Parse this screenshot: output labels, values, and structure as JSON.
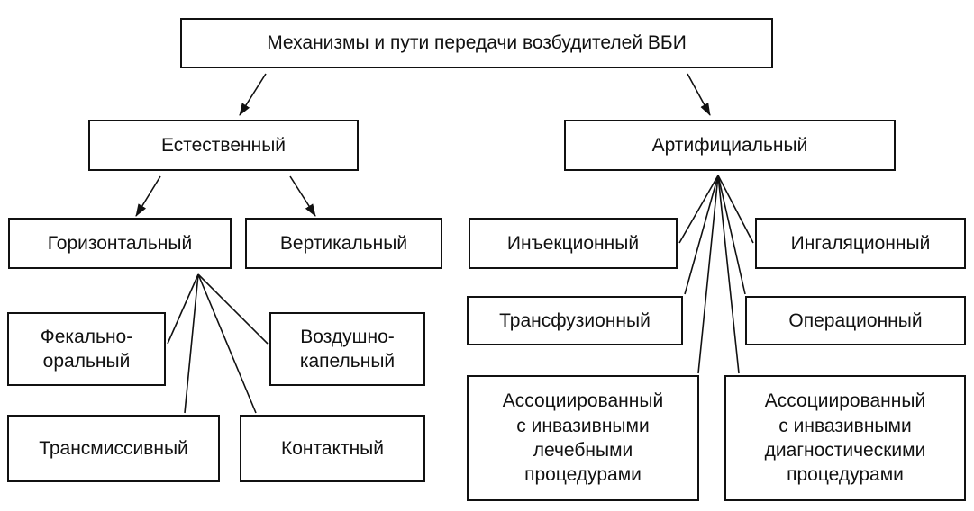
{
  "diagram": {
    "root": "Механизмы и пути передачи возбудителей ВБИ",
    "natural": "Естественный",
    "artificial": "Артифициальный",
    "horizontal": "Горизонтальный",
    "vertical": "Вертикальный",
    "fecal_oral": "Фекально-\nоральный",
    "airborne": "Воздушно-\nкапельный",
    "transmissive": "Трансмиссивный",
    "contact": "Контактный",
    "injection": "Инъекционный",
    "inhalation": "Ингаляционный",
    "transfusion": "Трансфузионный",
    "operative": "Операционный",
    "invasive_therapeutic": "Ассоциированный\nс инвазивными\nлечебными\nпроцедурами",
    "invasive_diagnostic": "Ассоциированный\nс инвазивными\nдиагностическими\nпроцедурами"
  }
}
